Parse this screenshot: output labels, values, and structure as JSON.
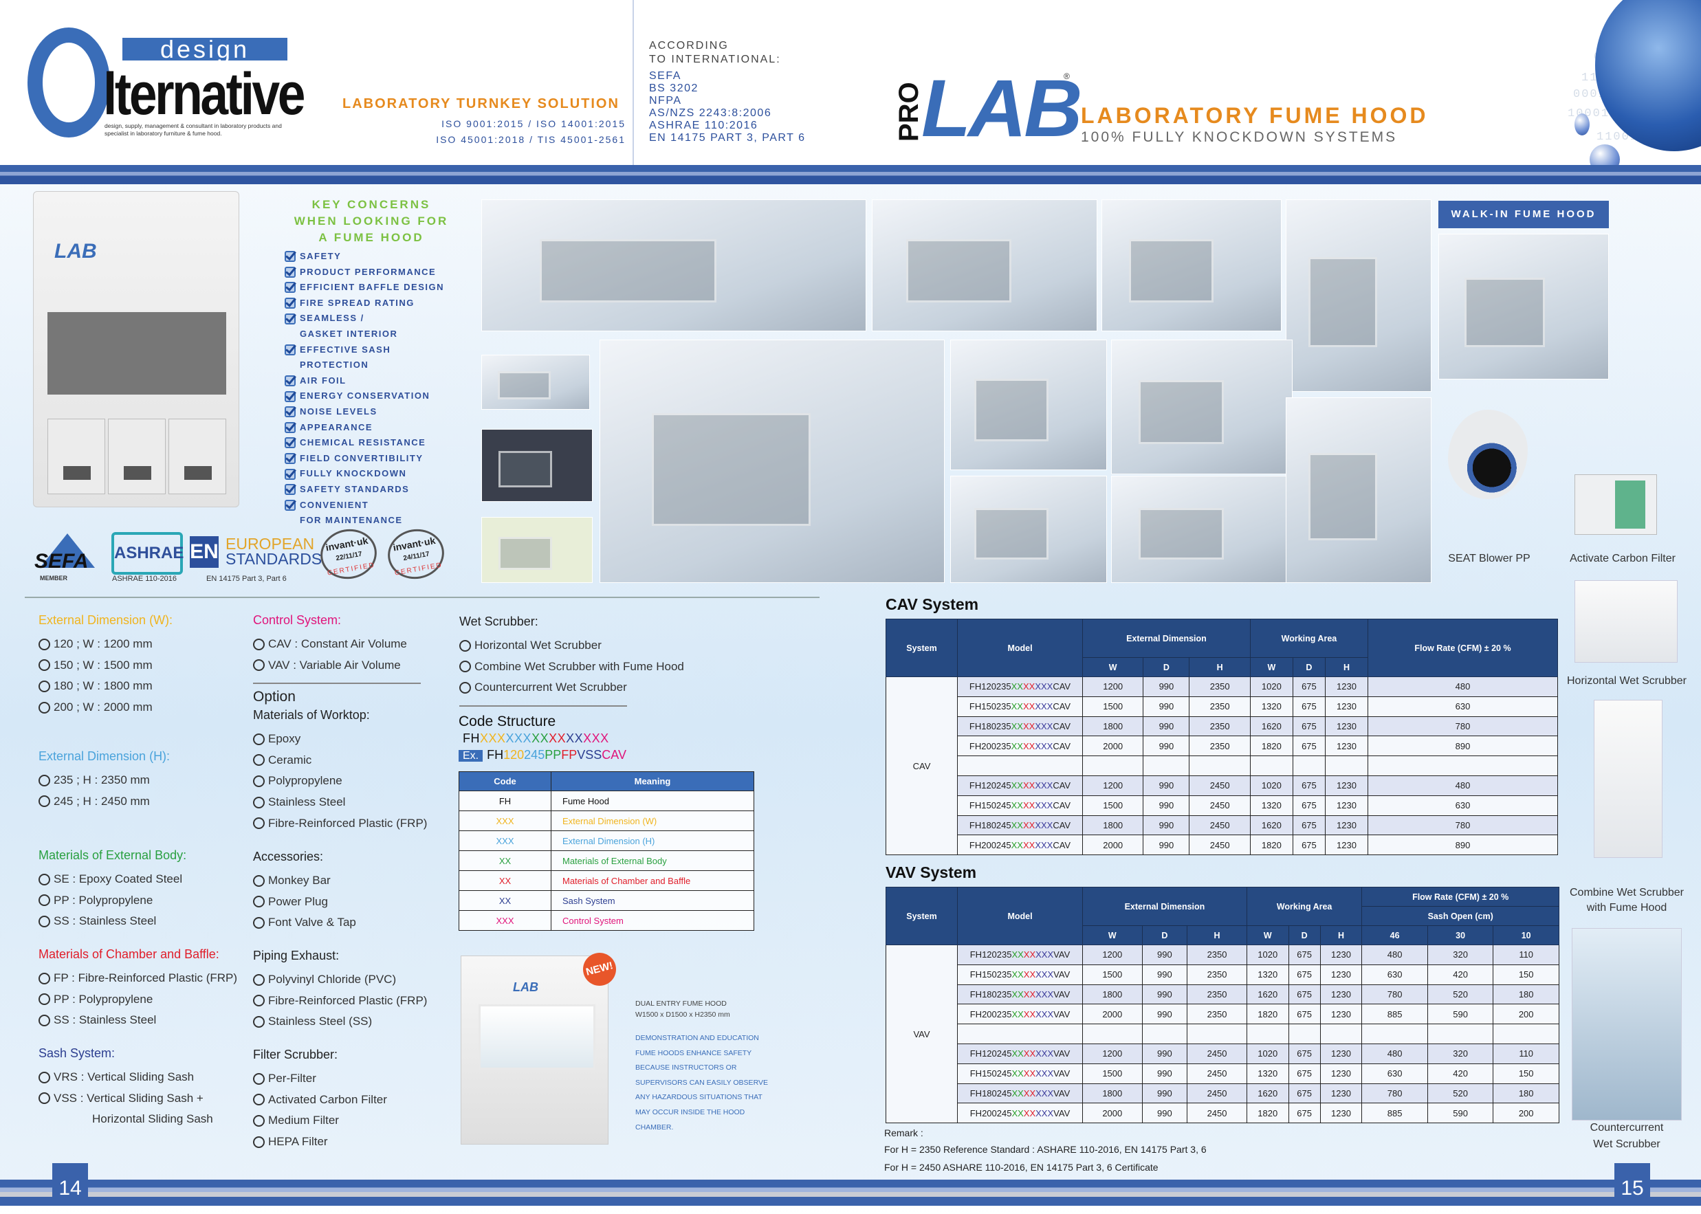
{
  "header": {
    "logo": {
      "design": "design",
      "word": "lternative",
      "at": "@",
      "tagline": "design, supply, management & consultant in laboratory products and specialist in laboratory furniture & fume hood."
    },
    "turnkey": "Laboratory Turnkey Solution",
    "iso_line1": "ISO 9001:2015 / ISO 14001:2015",
    "iso_line2": "ISO 45001:2018 / TIS 45001-2561",
    "according": [
      "According",
      "to international:"
    ],
    "standards": [
      "SEFA",
      "BS 3202",
      "NFPA",
      "AS/NZS 2243:8:2006",
      "ASHRAE 110:2016",
      "EN 14175 PART 3, PART 6"
    ],
    "brand_pro": "PRO",
    "brand_lab": "LAB",
    "brand_reg": "®",
    "product_title": "LABORATORY FUME HOOD",
    "product_subtitle": "100% FULLY KNOCKDOWN SYSTEMS",
    "binary": [
      "010001010010",
      "00010100101",
      "110011010",
      "00010100101010010101",
      "10001",
      "1100110"
    ]
  },
  "hero": {
    "brand": "LAB"
  },
  "key_concerns": {
    "title": [
      "KEY CONCERNS",
      "WHEN LOOKING FOR",
      "A FUME HOOD"
    ],
    "items": [
      {
        "text": "SAFETY",
        "check": true
      },
      {
        "text": "PRODUCT PERFORMANCE",
        "check": true
      },
      {
        "text": "EFFICIENT BAFFLE DESIGN",
        "check": true
      },
      {
        "text": "FIRE SPREAD RATING",
        "check": true
      },
      {
        "text": "SEAMLESS /",
        "check": true
      },
      {
        "text": "GASKET INTERIOR",
        "check": false
      },
      {
        "text": "EFFECTIVE SASH",
        "check": true
      },
      {
        "text": "PROTECTION",
        "check": false
      },
      {
        "text": "AIR FOIL",
        "check": true
      },
      {
        "text": "ENERGY CONSERVATION",
        "check": true
      },
      {
        "text": "NOISE LEVELS",
        "check": true
      },
      {
        "text": "APPEARANCE",
        "check": true
      },
      {
        "text": "CHEMICAL RESISTANCE",
        "check": true
      },
      {
        "text": "FIELD CONVERTIBILITY",
        "check": true
      },
      {
        "text": "FULLY KNOCKDOWN",
        "check": true
      },
      {
        "text": "SAFETY STANDARDS",
        "check": true
      },
      {
        "text": "CONVENIENT",
        "check": true
      },
      {
        "text": "FOR MAINTENANCE",
        "check": false
      }
    ]
  },
  "certs": {
    "sefa": "SEFA",
    "sefa_caption": "MEMBER",
    "ashrae": "ASHRAE",
    "ashrae_caption": "ASHRAE 110-2016",
    "en": "EN",
    "en_line1": "EUROPEAN",
    "en_line2": "STANDARDS",
    "en_caption": "EN 14175 Part 3, Part 6",
    "invant1": "invant·uk",
    "invant1_date": "22/11/17",
    "invant2": "invant·uk",
    "invant2_date": "24/11/17",
    "certified": "CERTIFIED"
  },
  "options": {
    "ext_w": {
      "title": "External Dimension (W):",
      "color": "#f0b41e",
      "items": [
        "120 ; W : 1200 mm",
        "150 ; W : 1500 mm",
        "180 ; W : 1800 mm",
        "200 ; W : 2000 mm"
      ]
    },
    "ext_h": {
      "title": "External Dimension (H):",
      "color": "#4aa3db",
      "items": [
        "235 ; H : 2350 mm",
        "245 ; H : 2450 mm"
      ]
    },
    "body": {
      "title": "Materials of External Body:",
      "color": "#2aa040",
      "items": [
        "SE : Epoxy Coated Steel",
        "PP : Polypropylene",
        "SS : Stainless Steel"
      ]
    },
    "chamber": {
      "title": "Materials of Chamber and Baffle:",
      "color": "#e01e2a",
      "items": [
        "FP : Fibre-Reinforced Plastic (FRP)",
        "PP : Polypropylene",
        "SS : Stainless Steel"
      ]
    },
    "sash": {
      "title": "Sash System:",
      "color": "#2c3e90",
      "items": [
        "VRS : Vertical Sliding Sash",
        "VSS : Vertical Sliding Sash +"
      ],
      "continuation": "Horizontal Sliding Sash"
    },
    "control": {
      "title": "Control System:",
      "color": "#e0147a",
      "items": [
        "CAV : Constant Air Volume",
        "VAV : Variable Air Volume"
      ]
    },
    "option_title": "Option",
    "worktop": {
      "title": "Materials of Worktop:",
      "items": [
        "Epoxy",
        "Ceramic",
        "Polypropylene",
        "Stainless Steel",
        "Fibre-Reinforced Plastic (FRP)"
      ]
    },
    "accessories": {
      "title": "Accessories:",
      "items": [
        "Monkey Bar",
        "Power Plug",
        "Font Valve & Tap"
      ]
    },
    "piping": {
      "title": "Piping Exhaust:",
      "items": [
        "Polyvinyl Chloride (PVC)",
        "Fibre-Reinforced Plastic (FRP)",
        "Stainless Steel (SS)"
      ]
    },
    "filter": {
      "title": "Filter Scrubber:",
      "items": [
        "Per-Filter",
        "Activated Carbon Filter",
        "Medium Filter",
        "HEPA Filter"
      ]
    },
    "wet": {
      "title": "Wet Scrubber:",
      "items": [
        "Horizontal Wet Scrubber",
        "Combine Wet Scrubber with Fume Hood",
        "Countercurrent Wet Scrubber"
      ]
    }
  },
  "code_structure": {
    "title": "Code Structure",
    "pattern": [
      {
        "t": "FH",
        "c": "#111111"
      },
      {
        "t": "XXX",
        "c": "#f0b41e"
      },
      {
        "t": "XXX",
        "c": "#4aa3db"
      },
      {
        "t": "XX",
        "c": "#2aa040"
      },
      {
        "t": "XX",
        "c": "#e01e2a"
      },
      {
        "t": "XX",
        "c": "#2c3e90"
      },
      {
        "t": "XXX",
        "c": "#e0147a"
      }
    ],
    "example_label": "Ex.",
    "example": [
      {
        "t": "FH",
        "c": "#111111"
      },
      {
        "t": "120",
        "c": "#f0b41e"
      },
      {
        "t": "245",
        "c": "#4aa3db"
      },
      {
        "t": "PP",
        "c": "#2aa040"
      },
      {
        "t": "FP",
        "c": "#e01e2a"
      },
      {
        "t": "VSS",
        "c": "#2c3e90"
      },
      {
        "t": "CAV",
        "c": "#e0147a"
      }
    ],
    "headers": [
      "Code",
      "Meaning"
    ],
    "rows": [
      {
        "code": "FH",
        "meaning": "Fume Hood",
        "color": "#111111"
      },
      {
        "code": "XXX",
        "meaning": "External Dimension (W)",
        "color": "#f0b41e"
      },
      {
        "code": "XXX",
        "meaning": "External Dimension (H)",
        "color": "#4aa3db"
      },
      {
        "code": "XX",
        "meaning": "Materials of External Body",
        "color": "#2aa040"
      },
      {
        "code": "XX",
        "meaning": "Materials of Chamber and Baffle",
        "color": "#e01e2a"
      },
      {
        "code": "XX",
        "meaning": "Sash System",
        "color": "#2c3e90"
      },
      {
        "code": "XXX",
        "meaning": "Control System",
        "color": "#e0147a"
      }
    ]
  },
  "dual_entry": {
    "badge": "NEW!",
    "brand": "LAB",
    "title": "DUAL ENTRY FUME HOOD",
    "size": "W1500 x D1500 x H2350 mm",
    "description": [
      "DEMONSTRATION AND EDUCATION",
      "FUME HOODS ENHANCE SAFETY",
      "BECAUSE INSTRUCTORS OR",
      "SUPERVISORS CAN EASILY OBSERVE",
      "ANY HAZARDOUS SITUATIONS THAT",
      "MAY OCCUR INSIDE THE HOOD",
      "CHAMBER."
    ]
  },
  "gallery": {
    "walkin_label": "WALK-IN FUME HOOD",
    "blower_caption": "SEAT Blower PP",
    "carbon_caption": "Activate Carbon Filter",
    "scrubbers": [
      {
        "caption": [
          "Horizontal Wet Scrubber"
        ]
      },
      {
        "caption": [
          "Combine Wet Scrubber",
          "with Fume Hood"
        ]
      },
      {
        "caption": [
          "Countercurrent",
          "Wet Scrubber"
        ]
      }
    ]
  },
  "cav": {
    "title": "CAV System",
    "headers": {
      "system": "System",
      "model": "Model",
      "ext": "External Dimension",
      "work": "Working Area",
      "flow": "Flow Rate (CFM) ± 20 %",
      "sub": [
        "W",
        "D",
        "H",
        "W",
        "D",
        "H"
      ]
    },
    "system_label": "CAV",
    "rows": [
      {
        "prefix": "FH120235",
        "suffix": "CAV",
        "ew": "1200",
        "ed": "990",
        "eh": "2350",
        "ww": "1020",
        "wd": "675",
        "wh": "1230",
        "flow": "480"
      },
      {
        "prefix": "FH150235",
        "suffix": "CAV",
        "ew": "1500",
        "ed": "990",
        "eh": "2350",
        "ww": "1320",
        "wd": "675",
        "wh": "1230",
        "flow": "630"
      },
      {
        "prefix": "FH180235",
        "suffix": "CAV",
        "ew": "1800",
        "ed": "990",
        "eh": "2350",
        "ww": "1620",
        "wd": "675",
        "wh": "1230",
        "flow": "780"
      },
      {
        "prefix": "FH200235",
        "suffix": "CAV",
        "ew": "2000",
        "ed": "990",
        "eh": "2350",
        "ww": "1820",
        "wd": "675",
        "wh": "1230",
        "flow": "890"
      },
      null,
      {
        "prefix": "FH120245",
        "suffix": "CAV",
        "ew": "1200",
        "ed": "990",
        "eh": "2450",
        "ww": "1020",
        "wd": "675",
        "wh": "1230",
        "flow": "480"
      },
      {
        "prefix": "FH150245",
        "suffix": "CAV",
        "ew": "1500",
        "ed": "990",
        "eh": "2450",
        "ww": "1320",
        "wd": "675",
        "wh": "1230",
        "flow": "630"
      },
      {
        "prefix": "FH180245",
        "suffix": "CAV",
        "ew": "1800",
        "ed": "990",
        "eh": "2450",
        "ww": "1620",
        "wd": "675",
        "wh": "1230",
        "flow": "780"
      },
      {
        "prefix": "FH200245",
        "suffix": "CAV",
        "ew": "2000",
        "ed": "990",
        "eh": "2450",
        "ww": "1820",
        "wd": "675",
        "wh": "1230",
        "flow": "890"
      }
    ]
  },
  "vav": {
    "title": "VAV System",
    "headers": {
      "system": "System",
      "model": "Model",
      "ext": "External Dimension",
      "work": "Working Area",
      "flow": "Flow Rate (CFM) ± 20 %",
      "sash": "Sash Open (cm)",
      "sub": [
        "W",
        "D",
        "H",
        "W",
        "D",
        "H",
        "46",
        "30",
        "10"
      ]
    },
    "system_label": "VAV",
    "rows": [
      {
        "prefix": "FH120235",
        "suffix": "VAV",
        "ew": "1200",
        "ed": "990",
        "eh": "2350",
        "ww": "1020",
        "wd": "675",
        "wh": "1230",
        "f46": "480",
        "f30": "320",
        "f10": "110"
      },
      {
        "prefix": "FH150235",
        "suffix": "VAV",
        "ew": "1500",
        "ed": "990",
        "eh": "2350",
        "ww": "1320",
        "wd": "675",
        "wh": "1230",
        "f46": "630",
        "f30": "420",
        "f10": "150"
      },
      {
        "prefix": "FH180235",
        "suffix": "VAV",
        "ew": "1800",
        "ed": "990",
        "eh": "2350",
        "ww": "1620",
        "wd": "675",
        "wh": "1230",
        "f46": "780",
        "f30": "520",
        "f10": "180"
      },
      {
        "prefix": "FH200235",
        "suffix": "VAV",
        "ew": "2000",
        "ed": "990",
        "eh": "2350",
        "ww": "1820",
        "wd": "675",
        "wh": "1230",
        "f46": "885",
        "f30": "590",
        "f10": "200"
      },
      null,
      {
        "prefix": "FH120245",
        "suffix": "VAV",
        "ew": "1200",
        "ed": "990",
        "eh": "2450",
        "ww": "1020",
        "wd": "675",
        "wh": "1230",
        "f46": "480",
        "f30": "320",
        "f10": "110"
      },
      {
        "prefix": "FH150245",
        "suffix": "VAV",
        "ew": "1500",
        "ed": "990",
        "eh": "2450",
        "ww": "1320",
        "wd": "675",
        "wh": "1230",
        "f46": "630",
        "f30": "420",
        "f10": "150"
      },
      {
        "prefix": "FH180245",
        "suffix": "VAV",
        "ew": "1800",
        "ed": "990",
        "eh": "2450",
        "ww": "1620",
        "wd": "675",
        "wh": "1230",
        "f46": "780",
        "f30": "520",
        "f10": "180"
      },
      {
        "prefix": "FH200245",
        "suffix": "VAV",
        "ew": "2000",
        "ed": "990",
        "eh": "2450",
        "ww": "1820",
        "wd": "675",
        "wh": "1230",
        "f46": "885",
        "f30": "590",
        "f10": "200"
      }
    ]
  },
  "model_mask": [
    {
      "t": "XX",
      "c": "#2aa02a"
    },
    {
      "t": "XX",
      "c": "#e01e2a"
    },
    {
      "t": "XXX",
      "c": "#3a3a9a"
    }
  ],
  "remark": {
    "label": "Remark :",
    "lines": [
      "For H = 2350 Reference Standard  : ASHARE 110-2016, EN 14175 Part 3, 6",
      "For H = 2450  ASHARE 110-2016, EN 14175 Part 3, 6 Certificate"
    ]
  },
  "footer": {
    "page_left": "14",
    "page_right": "15"
  }
}
